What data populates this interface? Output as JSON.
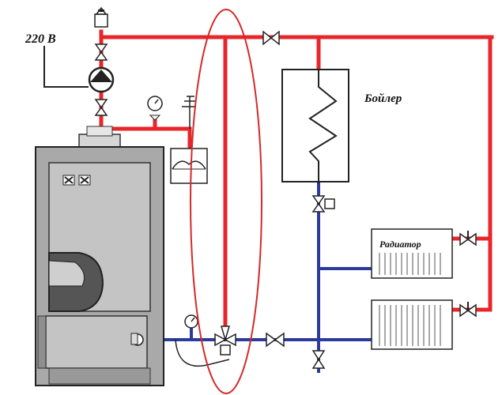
{
  "labels": {
    "voltage": "220 В",
    "boiler": "Бойлер",
    "radiator": "Радиатор"
  },
  "colors": {
    "supply": "#e8262a",
    "return": "#2c3a9c",
    "highlight": "#d42a2a",
    "outline": "#222222",
    "boiler_body": "#a9a9a9",
    "boiler_panel": "#c4c4c4"
  }
}
